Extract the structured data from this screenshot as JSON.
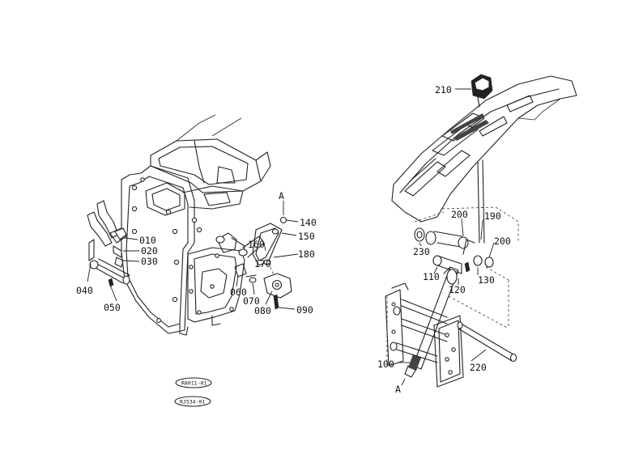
{
  "labels": {
    "l140": "140",
    "l150": "150",
    "l160": "160",
    "l170": "170",
    "l180": "180",
    "l010": "010",
    "l020": "020",
    "l030": "030",
    "l040": "040",
    "l050": "050",
    "l060": "060",
    "l070": "070",
    "l080": "080",
    "l090": "090",
    "l210": "210",
    "l200a": "200",
    "l190": "190",
    "l200b": "200",
    "l230": "230",
    "l110": "110",
    "l120": "120",
    "l130": "130",
    "l100": "100",
    "l220": "220",
    "ref_a_top": "A",
    "ref_a_bottom": "A"
  },
  "stamps": {
    "stamp_1": "R8011-01",
    "stamp_2": "RJ534-01"
  }
}
